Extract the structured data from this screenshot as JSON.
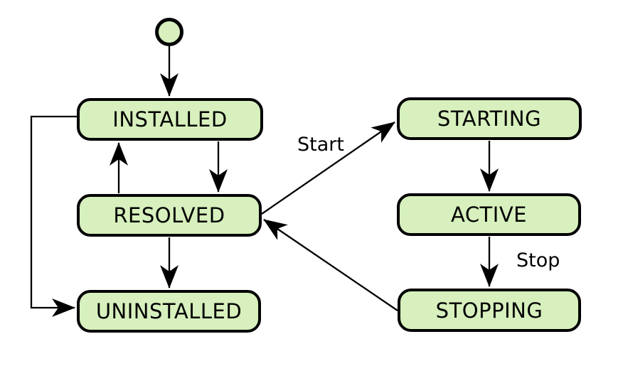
{
  "diagram": {
    "type": "state-diagram",
    "background": "#ffffff",
    "node_fill": "#d7f0bd",
    "node_border": "#000000",
    "edge_color": "#000000",
    "text_color": "#000000",
    "initial_marker": "filled-circle",
    "states": [
      {
        "id": "installed",
        "label": "INSTALLED"
      },
      {
        "id": "resolved",
        "label": "RESOLVED"
      },
      {
        "id": "uninstalled",
        "label": "UNINSTALLED"
      },
      {
        "id": "starting",
        "label": "STARTING"
      },
      {
        "id": "active",
        "label": "ACTIVE"
      },
      {
        "id": "stopping",
        "label": "STOPPING"
      }
    ],
    "transitions": [
      {
        "from": "initial",
        "to": "installed",
        "label": ""
      },
      {
        "from": "installed",
        "to": "resolved",
        "label": ""
      },
      {
        "from": "resolved",
        "to": "installed",
        "label": ""
      },
      {
        "from": "resolved",
        "to": "uninstalled",
        "label": ""
      },
      {
        "from": "installed",
        "to": "uninstalled",
        "label": ""
      },
      {
        "from": "resolved",
        "to": "starting",
        "label": "Start"
      },
      {
        "from": "starting",
        "to": "active",
        "label": ""
      },
      {
        "from": "active",
        "to": "stopping",
        "label": "Stop"
      },
      {
        "from": "stopping",
        "to": "resolved",
        "label": ""
      }
    ]
  }
}
